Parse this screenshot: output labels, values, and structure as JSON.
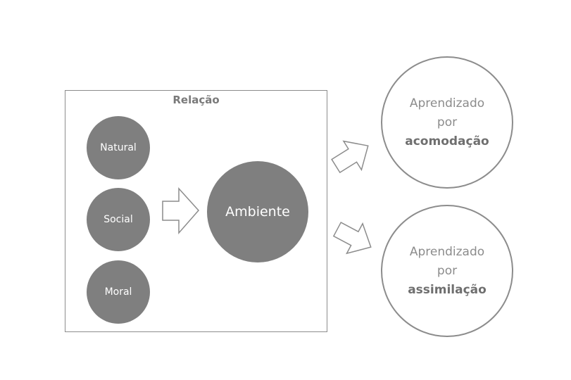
{
  "relation_box": {
    "title": "Relação"
  },
  "sources": [
    {
      "label": "Natural"
    },
    {
      "label": "Social"
    },
    {
      "label": "Moral"
    }
  ],
  "center": {
    "label": "Ambiente"
  },
  "outcomes": [
    {
      "line1": "Aprendizado",
      "line2": "por",
      "line3": "acomodação"
    },
    {
      "line1": "Aprendizado",
      "line2": "por",
      "line3": "assimilação"
    }
  ],
  "colors": {
    "filled_circle": "#7f7f7f",
    "outline": "#8c8c8c",
    "background": "#ffffff"
  }
}
